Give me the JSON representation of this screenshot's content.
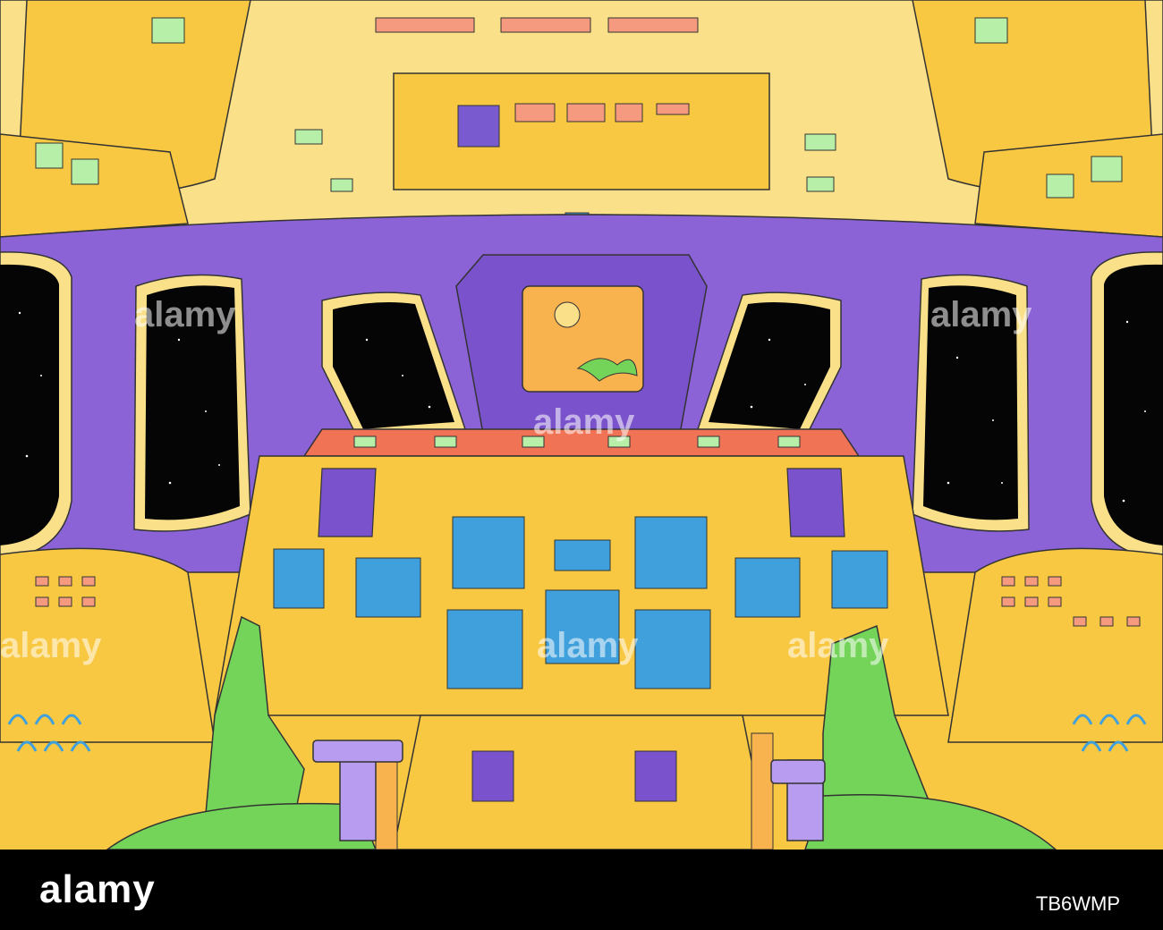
{
  "scene": {
    "subject": "spaceship-cockpit-illustration",
    "colors": {
      "panel": "#F9C843",
      "panel_light": "#FBE08A",
      "frame": "#8C63D6",
      "screen": "#3FA0DC",
      "space": "#050505",
      "salmon": "#F59A7E",
      "mint": "#B8EFA8",
      "seat": "#74D45A",
      "coral": "#F07356",
      "orange": "#F8B24E"
    }
  },
  "watermark": {
    "text": "alamy"
  },
  "footer": {
    "logo": "alamy",
    "image_id": "TB6WMP"
  }
}
